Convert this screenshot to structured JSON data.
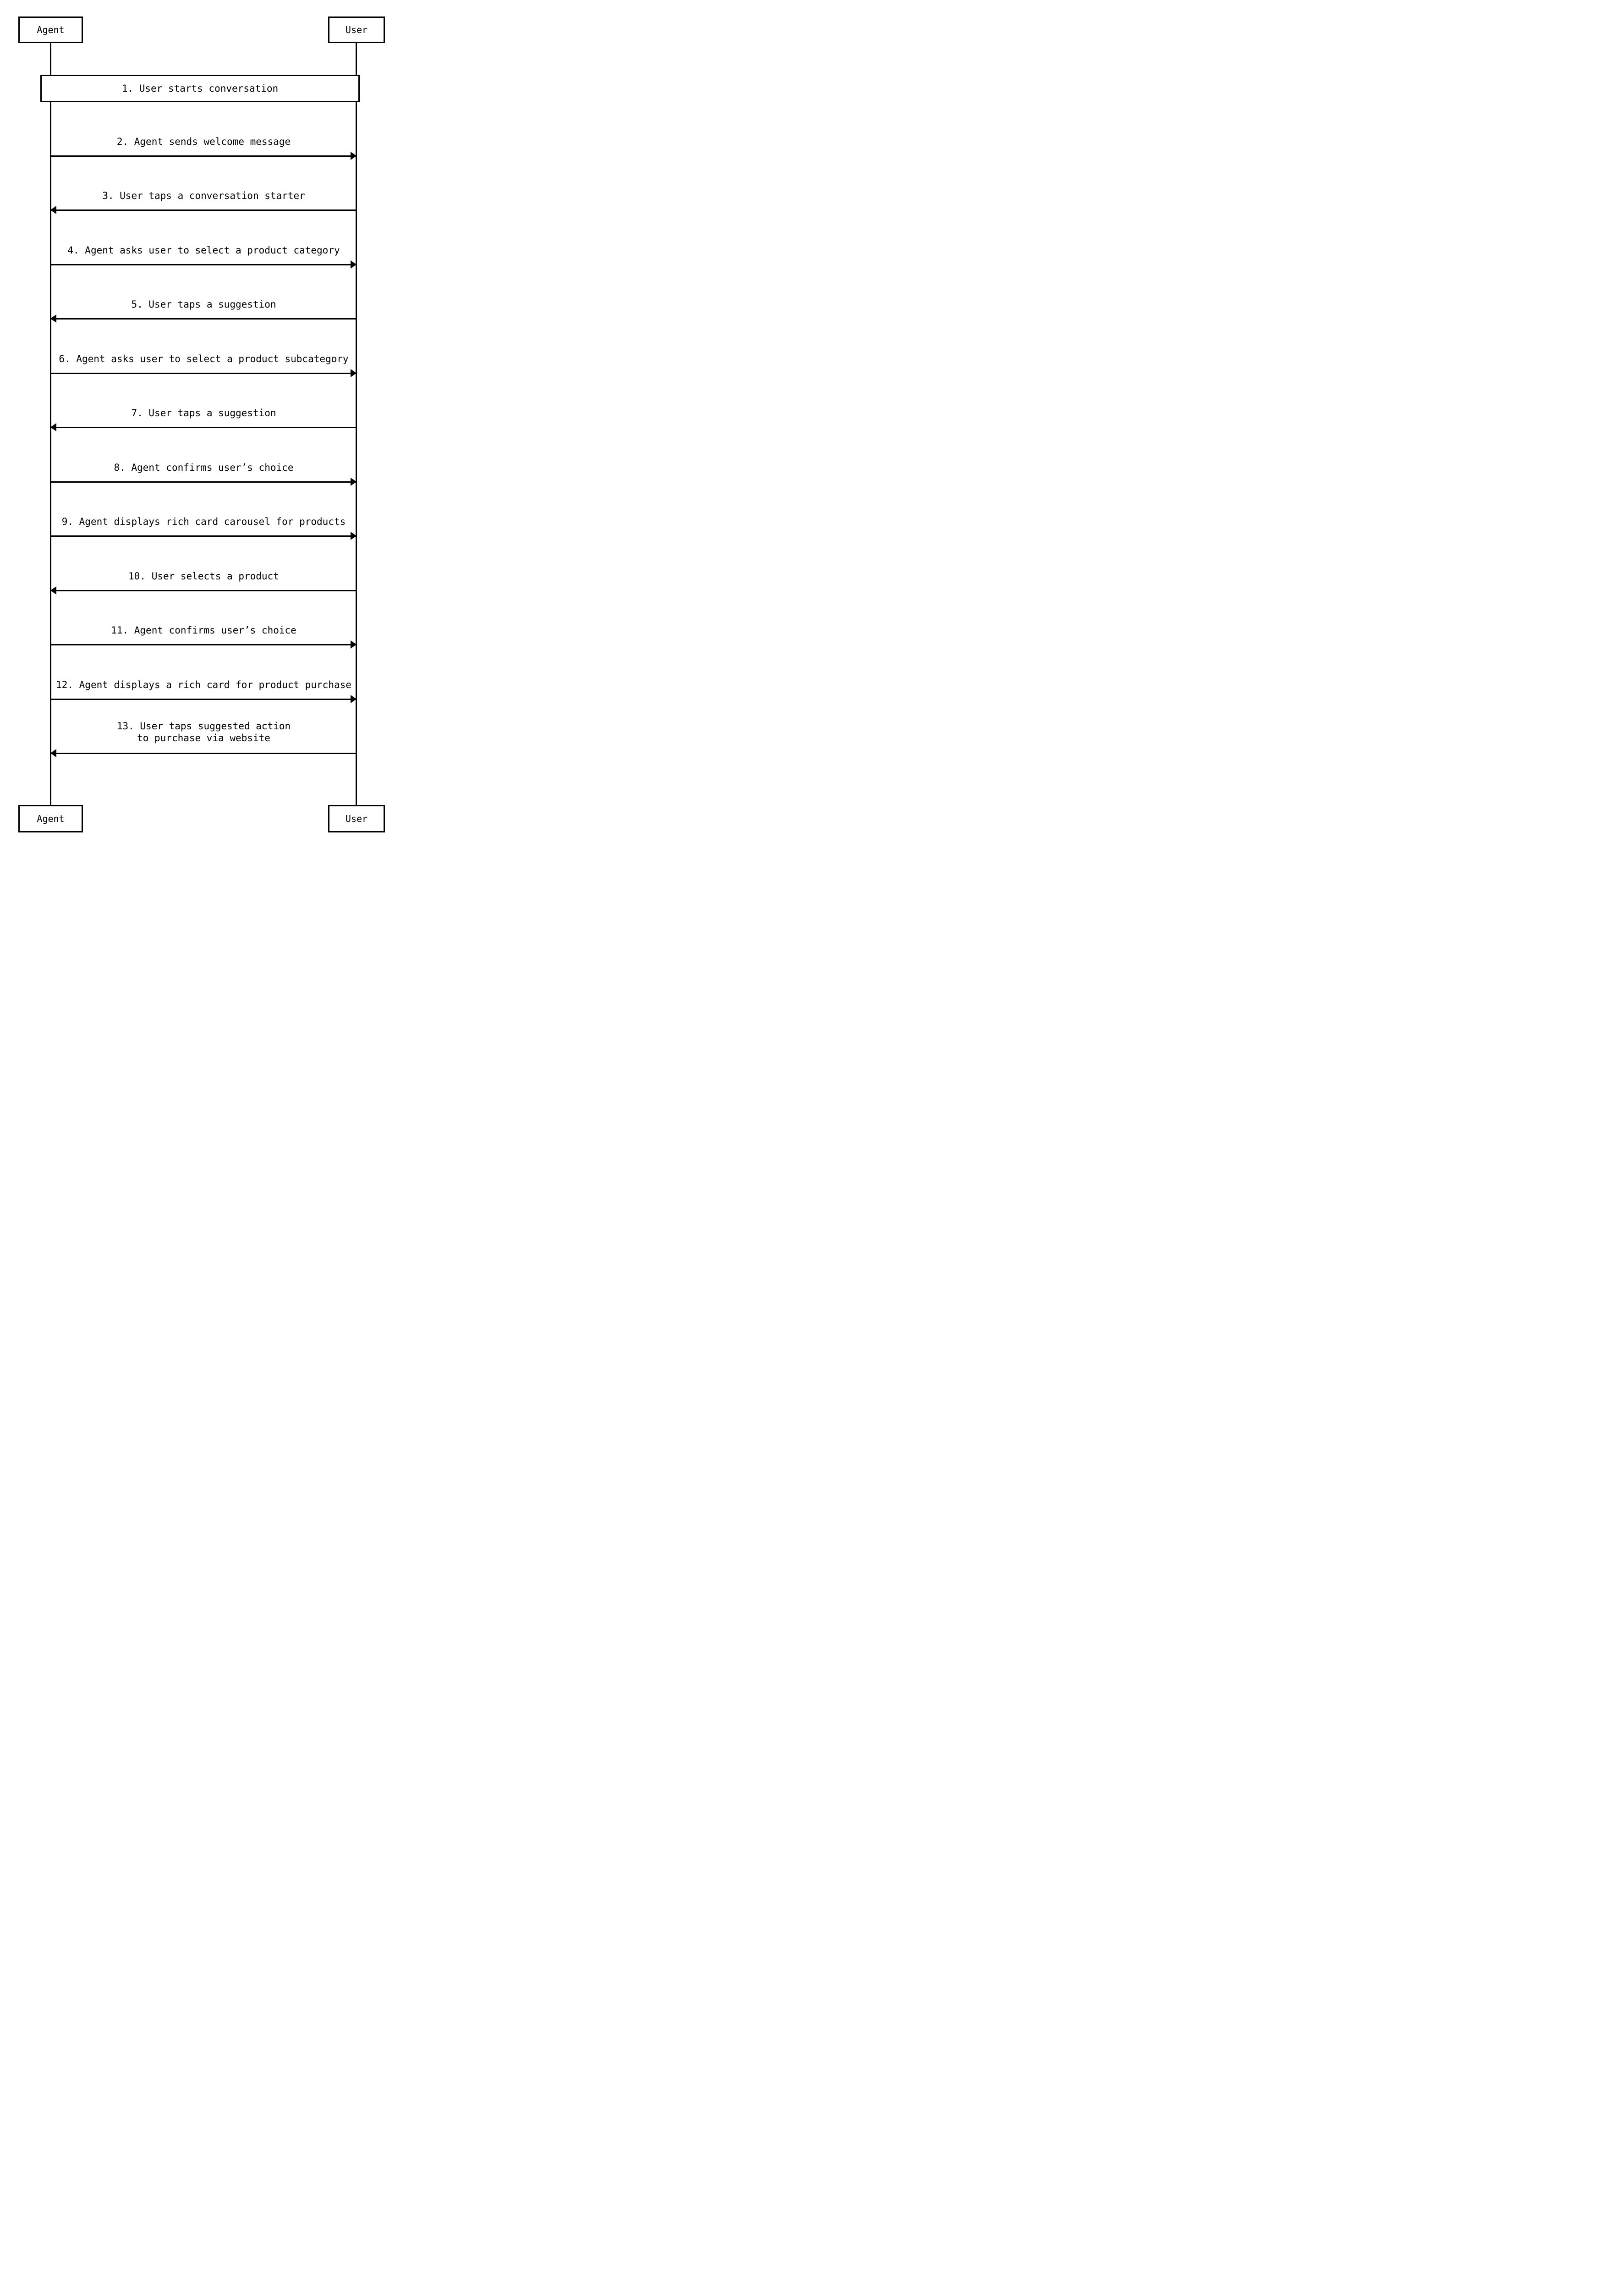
{
  "diagram": {
    "type": "sequence-diagram",
    "colors": {
      "stroke": "#000000",
      "background": "#ffffff"
    },
    "actors": [
      {
        "name": "Agent"
      },
      {
        "name": "User"
      }
    ],
    "note": {
      "label": "1. User starts conversation"
    },
    "messages": [
      {
        "label": "2. Agent sends welcome message",
        "from": "Agent",
        "to": "User",
        "direction": "right"
      },
      {
        "label": "3. User taps a conversation starter",
        "from": "User",
        "to": "Agent",
        "direction": "left"
      },
      {
        "label": "4. Agent asks user to select a product category",
        "from": "Agent",
        "to": "User",
        "direction": "right"
      },
      {
        "label": "5. User taps a suggestion",
        "from": "User",
        "to": "Agent",
        "direction": "left"
      },
      {
        "label": "6. Agent asks user to select a product subcategory",
        "from": "Agent",
        "to": "User",
        "direction": "right"
      },
      {
        "label": "7. User taps a suggestion",
        "from": "User",
        "to": "Agent",
        "direction": "left"
      },
      {
        "label": "8. Agent confirms user’s choice",
        "from": "Agent",
        "to": "User",
        "direction": "right"
      },
      {
        "label": "9. Agent displays rich card carousel for products",
        "from": "Agent",
        "to": "User",
        "direction": "right"
      },
      {
        "label": "10. User selects a product",
        "from": "User",
        "to": "Agent",
        "direction": "left"
      },
      {
        "label": "11. Agent confirms user’s choice",
        "from": "Agent",
        "to": "User",
        "direction": "right"
      },
      {
        "label": "12. Agent displays a rich card for product purchase",
        "from": "Agent",
        "to": "User",
        "direction": "right"
      },
      {
        "label": "13. User taps suggested action",
        "label2": "to purchase via website",
        "from": "User",
        "to": "Agent",
        "direction": "left"
      }
    ]
  }
}
